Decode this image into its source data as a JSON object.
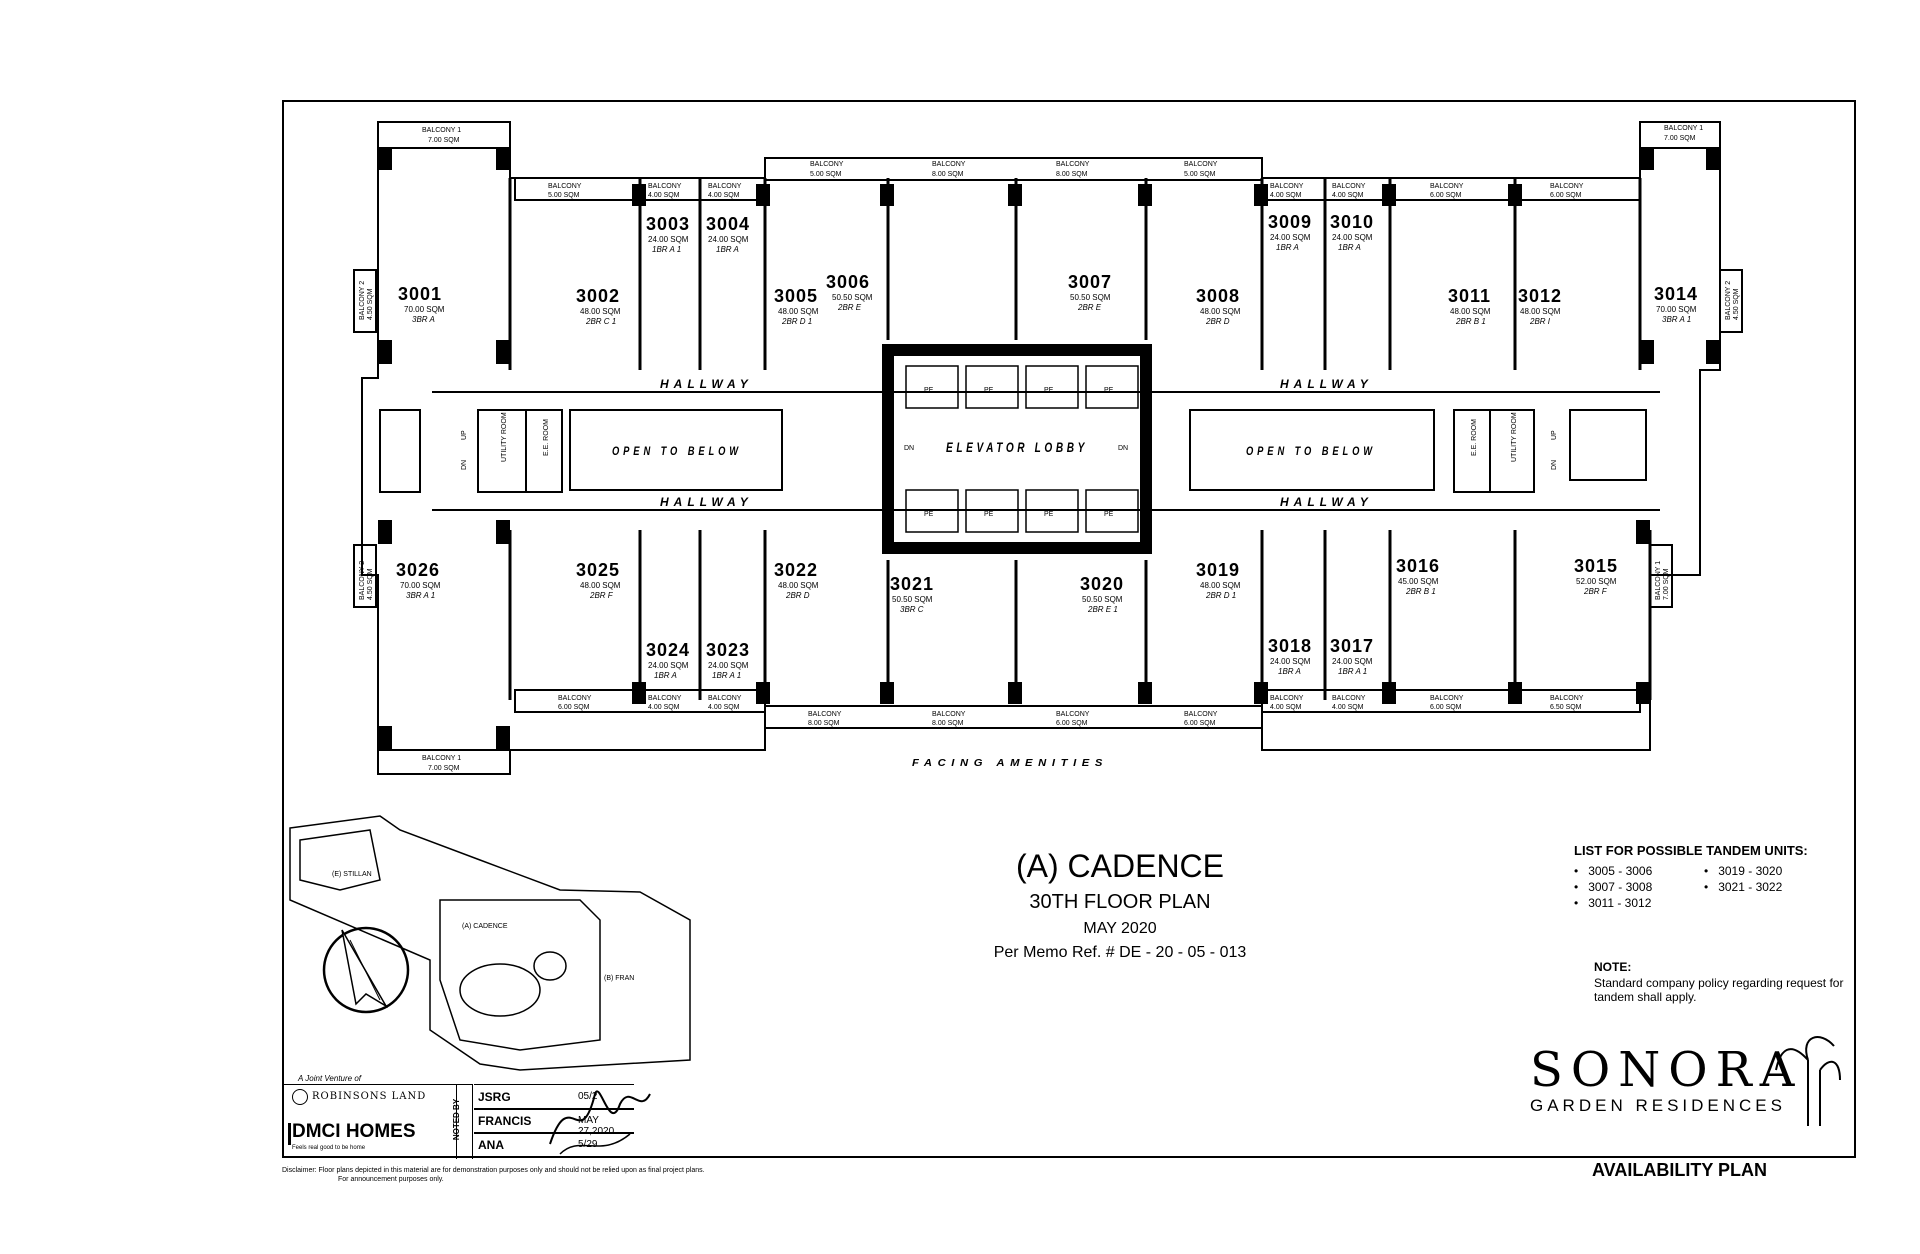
{
  "units_top": [
    {
      "no": "3001",
      "area": "70.00 SQM",
      "type": "3BR A"
    },
    {
      "no": "3002",
      "area": "48.00 SQM",
      "type": "2BR C 1"
    },
    {
      "no": "3003",
      "area": "24.00 SQM",
      "type": "1BR A 1"
    },
    {
      "no": "3004",
      "area": "24.00 SQM",
      "type": "1BR A"
    },
    {
      "no": "3005",
      "area": "48.00 SQM",
      "type": "2BR D 1"
    },
    {
      "no": "3006",
      "area": "50.50 SQM",
      "type": "2BR E"
    },
    {
      "no": "3007",
      "area": "50.50 SQM",
      "type": "2BR E"
    },
    {
      "no": "3008",
      "area": "48.00 SQM",
      "type": "2BR D"
    },
    {
      "no": "3009",
      "area": "24.00 SQM",
      "type": "1BR A"
    },
    {
      "no": "3010",
      "area": "24.00 SQM",
      "type": "1BR A"
    },
    {
      "no": "3011",
      "area": "48.00 SQM",
      "type": "2BR B 1"
    },
    {
      "no": "3012",
      "area": "48.00 SQM",
      "type": "2BR I"
    },
    {
      "no": "3014",
      "area": "70.00 SQM",
      "type": "3BR A 1"
    }
  ],
  "units_bottom": [
    {
      "no": "3026",
      "area": "70.00 SQM",
      "type": "3BR A 1"
    },
    {
      "no": "3025",
      "area": "48.00 SQM",
      "type": "2BR F"
    },
    {
      "no": "3024",
      "area": "24.00 SQM",
      "type": "1BR A"
    },
    {
      "no": "3023",
      "area": "24.00 SQM",
      "type": "1BR A 1"
    },
    {
      "no": "3022",
      "area": "48.00 SQM",
      "type": "2BR D"
    },
    {
      "no": "3021",
      "area": "50.50 SQM",
      "type": "3BR C"
    },
    {
      "no": "3020",
      "area": "50.50 SQM",
      "type": "2BR E 1"
    },
    {
      "no": "3019",
      "area": "48.00 SQM",
      "type": "2BR D 1"
    },
    {
      "no": "3018",
      "area": "24.00 SQM",
      "type": "1BR A"
    },
    {
      "no": "3017",
      "area": "24.00 SQM",
      "type": "1BR A 1"
    },
    {
      "no": "3016",
      "area": "45.00 SQM",
      "type": "2BR B 1"
    },
    {
      "no": "3015",
      "area": "52.00 SQM",
      "type": "2BR F"
    }
  ],
  "balconies": {
    "b1_label": "BALCONY 1",
    "b1_area": "7.00 SQM",
    "b2_label": "BALCONY 2",
    "b2_area": "4.50 SQM",
    "b_label": "BALCONY",
    "b5": "5.00 SQM",
    "b4": "4.00 SQM",
    "b6": "6.00 SQM",
    "b8": "8.00 SQM",
    "b65": "6.50 SQM"
  },
  "areas": {
    "hallway": "HALLWAY",
    "open_below": "OPEN TO BELOW",
    "elevator_lobby": "ELEVATOR LOBBY",
    "pe": "PE",
    "facing": "FACING AMENITIES",
    "utility": "UTILITY ROOM",
    "ee_room": "E.E. ROOM",
    "up": "UP",
    "dn": "DN"
  },
  "vicinity": {
    "label_top": "(E) STILLAN",
    "label_cadence": "(A) CADENCE",
    "label_right": "(B) FRAN"
  },
  "title": {
    "main": "(A) CADENCE",
    "floor": "30TH FLOOR PLAN",
    "date": "MAY 2020",
    "memo": "Per Memo Ref. # DE - 20 - 05 - 013"
  },
  "tandem": {
    "heading": "LIST FOR POSSIBLE TANDEM UNITS:",
    "items": [
      "3005 - 3006",
      "3019 - 3020",
      "3007 - 3008",
      "3021 - 3022",
      "3011 - 3012"
    ]
  },
  "note": {
    "heading": "NOTE:",
    "text": "Standard company policy regarding request for tandem shall apply."
  },
  "logo": {
    "name": "SONORA",
    "sub": "GARDEN RESIDENCES"
  },
  "footer": {
    "availability": "AVAILABILITY PLAN",
    "venture": "A Joint Venture of",
    "robinsons": "ROBINSONS LAND",
    "dmci": "DMCI HOMES",
    "dmci_tag": "Feels real good to be home",
    "noted_by": "NOTED BY",
    "approvers": [
      {
        "name": "JSRG",
        "date": "05/2"
      },
      {
        "name": "FRANCIS",
        "date": "MAY 27,2020"
      },
      {
        "name": "ANA",
        "date": "5/29"
      }
    ],
    "disclaimer_1": "Disclaimer:  Floor plans depicted in this material are for demonstration purposes only and should not be relied upon as final project plans.",
    "disclaimer_2": "For announcement purposes only."
  }
}
